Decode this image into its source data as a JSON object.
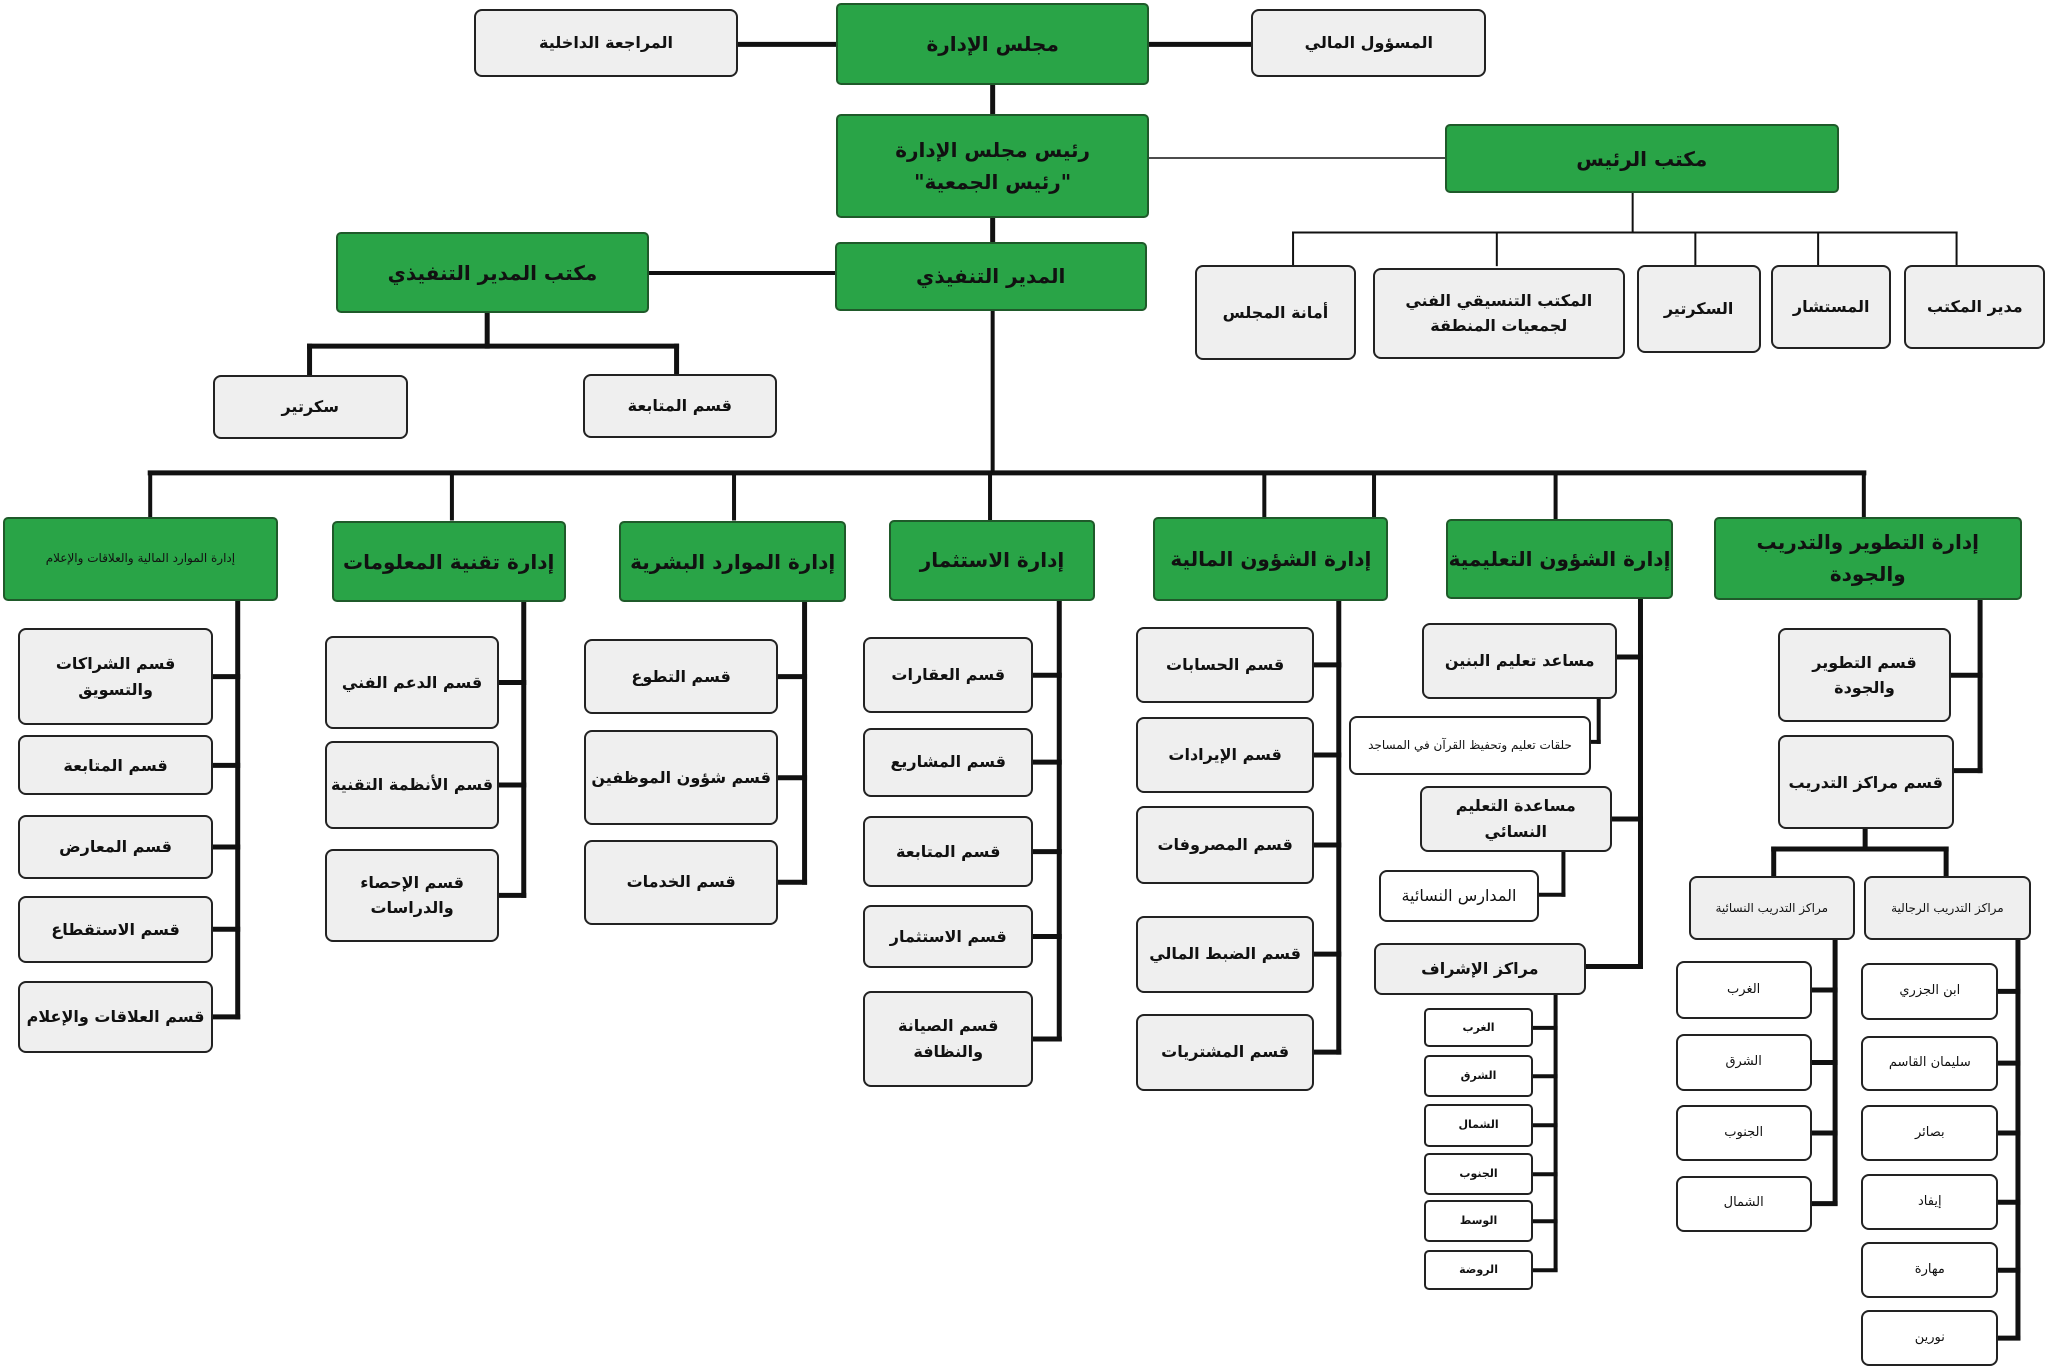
{
  "top": {
    "board": "مجلس الإدارة",
    "internal_audit": "المراجعة الداخلية",
    "financial_officer": "المسؤول المالي",
    "chairman": "رئيس مجلس الإدارة\n\"رئيس الجمعية\"",
    "president_office": "مكتب الرئيس",
    "executive_director": "المدير التنفيذي",
    "executive_office": "مكتب المدير التنفيذي",
    "executive_secretary": "سكرتير",
    "executive_followup": "قسم المتابعة"
  },
  "office_units": [
    "أمانة المجلس",
    "المكتب التنسيقي الفني\nلجمعيات المنطقة",
    "السكرتير",
    "المستشار",
    "مدير المكتب"
  ],
  "departments": [
    {
      "name": "إدارة الموارد المالية والعلاقات والإعلام",
      "units": [
        "قسم الشراكات\nوالتسويق",
        "قسم المتابعة",
        "قسم المعارض",
        "قسم الاستقطاع",
        "قسم العلاقات والإعلام"
      ]
    },
    {
      "name": "إدارة تقنية المعلومات",
      "units": [
        "قسم الدعم الفني",
        "قسم الأنظمة التقنية",
        "قسم الإحصاء\nوالدراسات"
      ]
    },
    {
      "name": "إدارة الموارد البشرية",
      "units": [
        "قسم التطوع",
        "قسم شؤون الموظفين",
        "قسم الخدمات"
      ]
    },
    {
      "name": "إدارة الاستثمار",
      "units": [
        "قسم العقارات",
        "قسم المشاريع",
        "قسم المتابعة",
        "قسم الاستثمار",
        "قسم الصيانة\nوالنظافة"
      ]
    },
    {
      "name": "إدارة الشؤون المالية",
      "units": [
        "قسم الحسابات",
        "قسم الإيرادات",
        "قسم المصروفات",
        "قسم الضبط المالي",
        "قسم المشتريات"
      ]
    },
    {
      "name": "إدارة الشؤون التعليمية",
      "units": [
        "مساعد تعليم البنين",
        "حلقات تعليم وتحفيظ القرآن في المساجد",
        "مساعدة التعليم النسائي",
        "المدارس النسائية",
        "مراكز الإشراف"
      ]
    },
    {
      "name": "إدارة التطوير والتدريب والجودة",
      "units": [
        "قسم التطوير\nوالجودة",
        "قسم مراكز التدريب"
      ]
    }
  ],
  "supervision_centers": [
    "الغرب",
    "الشرق",
    "الشمال",
    "الجنوب",
    "الوسط",
    "الروضة"
  ],
  "training": {
    "women_label": "مراكز التدريب النسائية",
    "men_label": "مراكز التدريب الرجالية",
    "women_centers": [
      "الغرب",
      "الشرق",
      "الجنوب",
      "الشمال"
    ],
    "men_centers": [
      "ابن الجزري",
      "سليمان القاسم",
      "بصائر",
      "إيفاد",
      "مهارة",
      "نورين"
    ]
  },
  "colors": {
    "green": "#29a447",
    "gray": "#efefef",
    "line": "#111111"
  }
}
